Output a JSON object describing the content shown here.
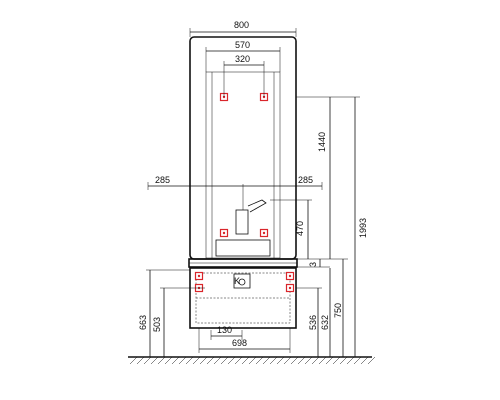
{
  "drawing": {
    "colors": {
      "line": "#111111",
      "fixing_point": "#d9262b",
      "background": "#ffffff"
    },
    "dimensions": {
      "mirror_width": "800",
      "mirror_inner_width": "570",
      "mirror_fixing_spacing": "320",
      "mirror_height": "1440",
      "offset_left": "285",
      "offset_right": "285",
      "tap_height": "470",
      "gap": "3",
      "total_height": "1993",
      "cabinet_top_height": "663",
      "cabinet_height": "503",
      "fixing_height_1": "536",
      "fixing_height_2": "632",
      "unit_height": "750",
      "fixing_spacing": "130",
      "cabinet_width": "698"
    },
    "fixing_points": 8
  }
}
